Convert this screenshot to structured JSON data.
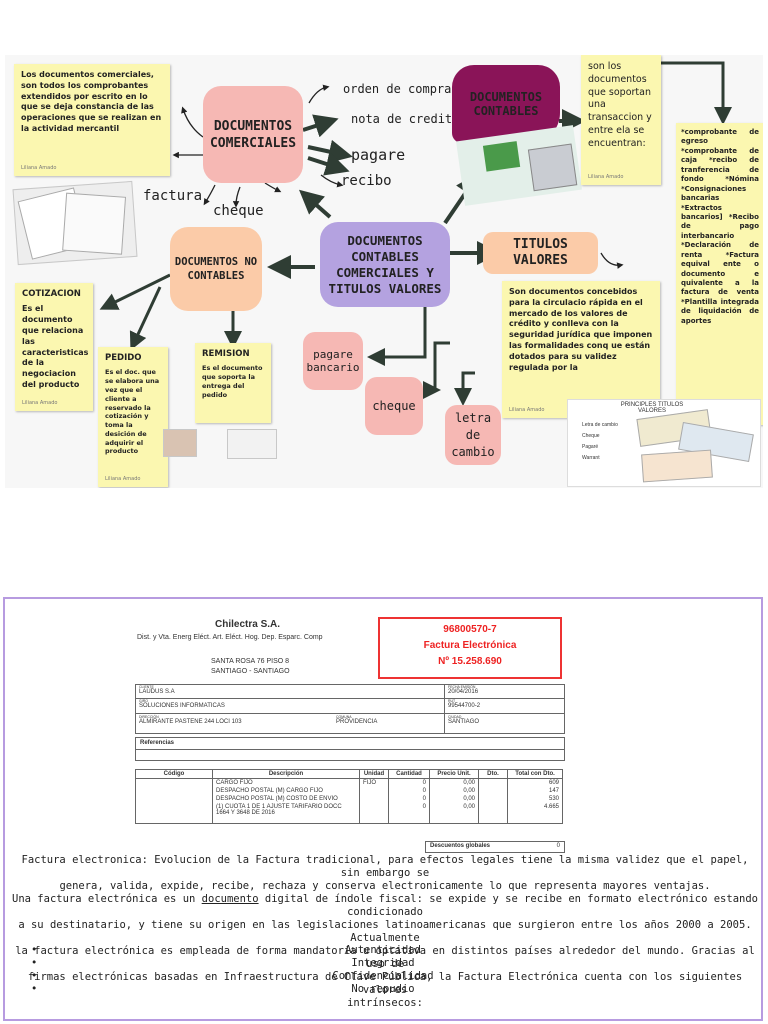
{
  "mindmap": {
    "center": "DOCUMENTOS CONTABLES COMERCIALES Y TITULOS VALORES",
    "comerciales": {
      "title": "DOCUMENTOS COMERCIALES",
      "items": [
        "orden de compra",
        "nota de credito",
        "pagare",
        "recibo",
        "factura",
        "cheque"
      ],
      "note": "Los documentos comerciales, son todos los comprobantes extendidos por escrito en lo que se deja constancia de las operaciones que se realizan en la actividad mercantil",
      "author": "Liliana Amado"
    },
    "contables": {
      "title": "DOCUMENTOS CONTABLES",
      "note": "son los documentos que soportan una transaccion y entre ela se encuentran:",
      "author": "Liliana Amado",
      "list": "*comprobante de egreso *comprobante de caja *recibo de tranferencia de fondo *Nómina *Consignaciones bancarias *Extractos bancarios] *Recibo de pago interbancario *Declaración de renta *Factura equival ente o documento e quivalente a la factura de venta *Plantilla integrada de liquidación de aportes"
    },
    "no_contables": {
      "title": "DOCUMENTOS NO CONTABLES",
      "cotizacion_title": "COTIZACION",
      "cotizacion": "Es el documento que relaciona las caracteristicas de la negociacion del producto",
      "pedido_title": "PEDIDO",
      "pedido": "Es el doc. que se elabora una vez que el cliente a reservado la cotización y toma la desición de adquirir el producto",
      "remision_title": "REMISION",
      "remision": "Es el documento que soporta la entrega del pedido",
      "author": "Liliana Amado"
    },
    "titulos": {
      "title": "TITULOS VALORES",
      "note": "Son documentos concebidos para la circulacio rápida en el mercado de los valores de crédito y conlleva con la seguridad jurídica que imponen las formalidades conq ue están dotados para su validez regulada por la",
      "author": "Liliana Amado",
      "items": [
        "pagare bancario",
        "cheque",
        "letra de cambio"
      ],
      "card_title": "PRINCIPLES TITULOS VALORES",
      "card_list": [
        "Letra de cambio",
        "Cheque",
        "Pagaré",
        "Warrant"
      ]
    }
  },
  "invoice": {
    "company": "Chilectra S.A.",
    "activity": "Dist. y Vta. Energ Eléct. Art. Eléct. Hog. Dep. Esparc. Comp",
    "address1": "SANTA ROSA 76 PISO 8",
    "address2": "SANTIAGO - SANTIAGO",
    "rut": "96800570-7",
    "doc_type": "Factura Electrónica",
    "number": "Nº 15.258.690",
    "client_label": "CLIENTE",
    "client": "LAUDUS S.A",
    "date_label": "FECHA EMISIÓN",
    "date": "20/04/2016",
    "giro_label": "GIRO",
    "giro": "SOLUCIONES INFORMATICAS",
    "rut_label": "RUT",
    "client_rut": "99544700-2",
    "dir_label": "DIRECCIÓN",
    "direccion": "ALMIRANTE PASTENE 244 LOCI 103",
    "comuna_label": "COMUNA",
    "comuna": "PROVIDENCIA",
    "ciudad_label": "CIUDAD",
    "ciudad": "SANTIAGO",
    "referencias": "Referencias",
    "headers": [
      "Código",
      "Descripción",
      "Unidad",
      "Cantidad",
      "Precio Unit.",
      "Dto.",
      "Total con Dto."
    ],
    "rows": [
      [
        "",
        "CARGO FIJO",
        "FIJO",
        "0",
        "0,00",
        "",
        "609"
      ],
      [
        "",
        "DESPACHO POSTAL (M) CARGO FIJO",
        "",
        "0",
        "0,00",
        "",
        "147"
      ],
      [
        "",
        "DESPACHO POSTAL (M) COSTO DE ENVIO",
        "",
        "0",
        "0,00",
        "",
        "530"
      ],
      [
        "",
        "(1) CUOTA 1 DE 1 AJUSTE TARIFARIO DOCC 1664 Y 3648 DE 2016",
        "",
        "0",
        "0,00",
        "",
        "4.665"
      ]
    ],
    "descuentos": "Descuentos globales",
    "descuentos_value": "0"
  },
  "description": {
    "line1": "Factura electronica: Evolucion de la Factura tradicional, para efectos legales tiene la misma validez que el papel, sin embargo se",
    "line2": "genera, valida, expide, recibe, rechaza y conserva electronicamente lo que representa mayores ventajas.",
    "line3_pre": "Una factura electrónica es un ",
    "line3_link": "documento",
    "line3_post": " digital de índole fiscal: se expide y se recibe en formato electrónico estando condicionado",
    "line4": "a su destinatario, y tiene su origen en las legislaciones latinoamericanas que surgieron entre los años 2000 a 2005. Actualmente",
    "line5": "la factura electrónica es empleada de forma mandatoria u optativa en distintos países alrededor del mundo. Gracias al uso de",
    "line6": "firmas electrónicas basadas en Infraestructura de Clave Pública, la Factura Electrónica cuenta con los siguientes valores",
    "line7": "intrínsecos:",
    "values": [
      "Autenticidad",
      "Integridad",
      "Confidencialidad",
      "No repudio"
    ]
  }
}
